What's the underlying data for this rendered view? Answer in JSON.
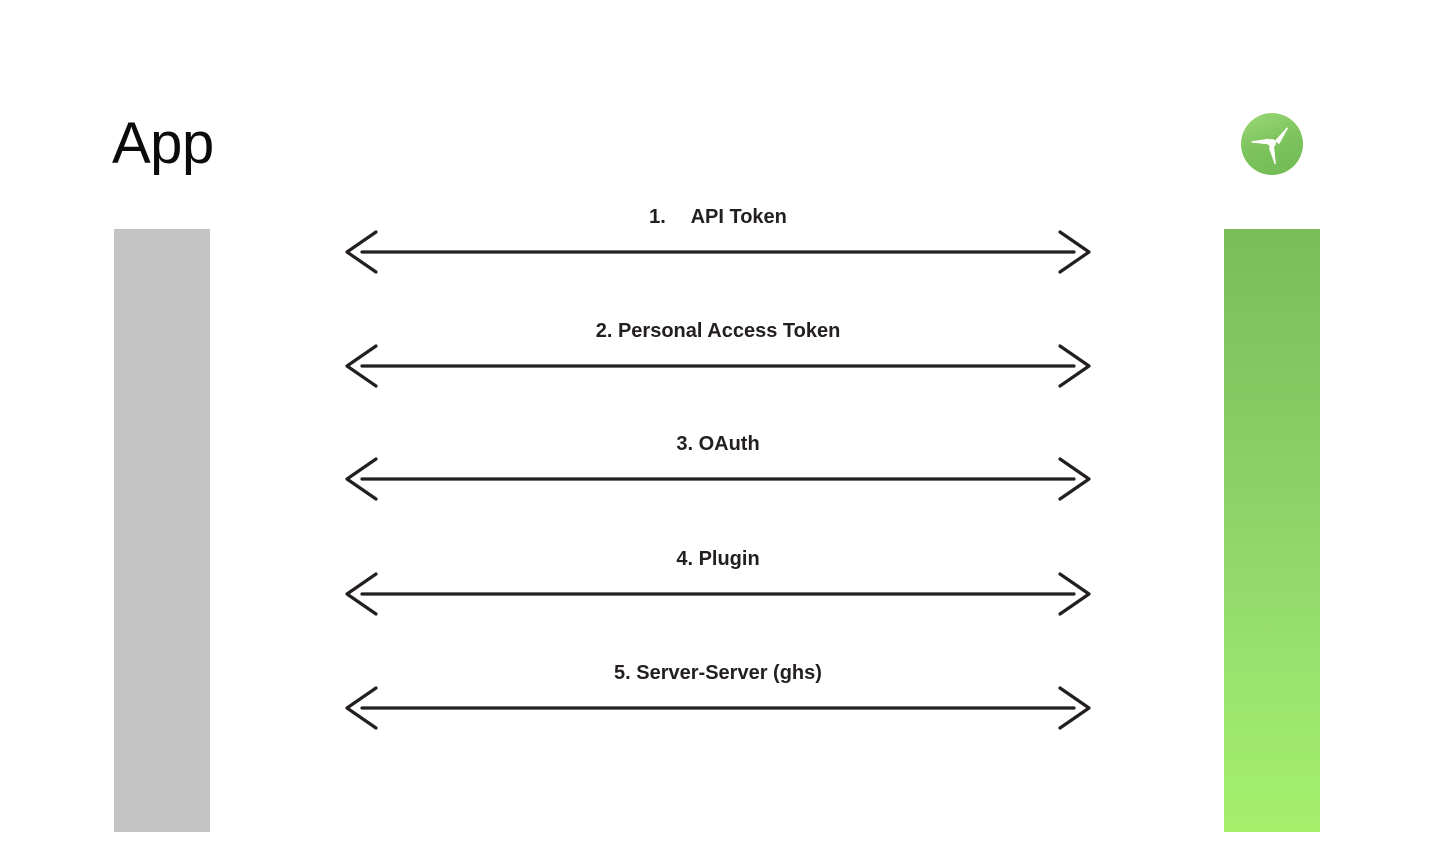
{
  "diagram": {
    "title": "App",
    "background_color": "#ffffff",
    "lifelines": [
      {
        "name": "App",
        "label": "App",
        "color": "#c4c4c4"
      },
      {
        "name": "Service",
        "label": "",
        "gradient_top": "#79bd59",
        "gradient_bottom": "#a4f06b"
      }
    ],
    "logo": {
      "icon": "propeller-logo-icon",
      "circle_color": "#7ec45f",
      "blade_color": "#ffffff"
    },
    "messages": [
      {
        "number": "1.",
        "label": "1.  API Token",
        "text": "API Token",
        "direction": "bidirectional"
      },
      {
        "number": "2.",
        "label": "2. Personal Access Token",
        "text": "Personal Access Token",
        "direction": "bidirectional"
      },
      {
        "number": "3.",
        "label": "3. OAuth",
        "text": "OAuth",
        "direction": "bidirectional"
      },
      {
        "number": "4.",
        "label": "4. Plugin",
        "text": "Plugin",
        "direction": "bidirectional"
      },
      {
        "number": "5.",
        "label": "5. Server-Server (ghs)",
        "text": "Server-Server (ghs)",
        "direction": "bidirectional"
      }
    ],
    "arrow_color": "#231f20"
  }
}
